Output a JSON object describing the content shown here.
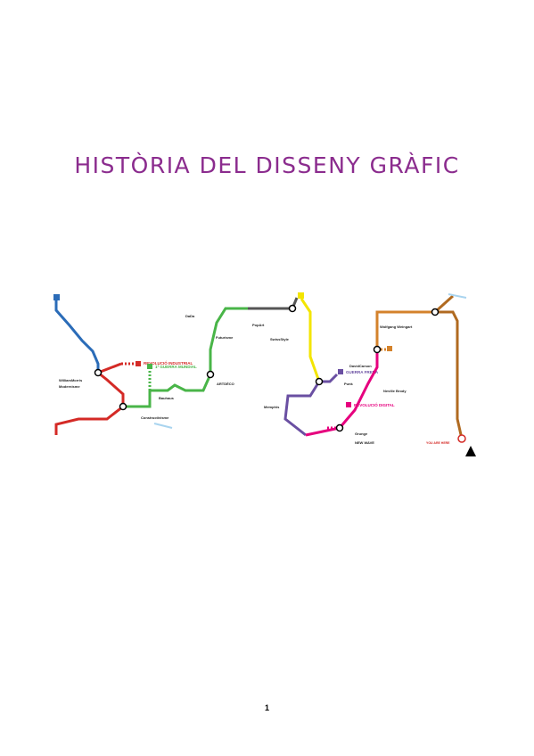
{
  "document": {
    "title": "HISTÒRIA DEL DISSENY GRÀFIC",
    "page_number": "1"
  },
  "map": {
    "colors": {
      "blue": "#2b6cb8",
      "red": "#d42a26",
      "green": "#49b548",
      "purple": "#6a4fa2",
      "yellow": "#f3e500",
      "pink": "#e6007e",
      "orange": "#d4822b",
      "brown": "#b06a20"
    },
    "labels": {
      "revolucio_industrial": "REVOLUCIÓ INDUSTRIAL",
      "guerra_mundial": "1ª GUERRA MUNDIAL",
      "guerra_freda": "GUERRA FREDA",
      "revolucio_digital": "REVOLUCIÓ DIGITAL",
      "you_are_here": "YOU ARE HERE",
      "william_morris": "WilliamMorris",
      "modernisme": "Modernisme",
      "art_deco": "ARTDÉCO",
      "bauhaus": "Bauhaus",
      "constructivisme": "Constructivisme",
      "dada": "DaDa",
      "futurisme": "Futurisme",
      "pop_art": "PopArt",
      "swiss_style": "SwissStyle",
      "punk": "Punk",
      "memphis": "Memphis",
      "grunge": "Grunge",
      "new_wave": "NEW WAVE",
      "wolfgang_weingart": "Wolfgang Weingart",
      "neville_brody": "Neville Brody",
      "david_carson": "DavidCarson"
    }
  }
}
